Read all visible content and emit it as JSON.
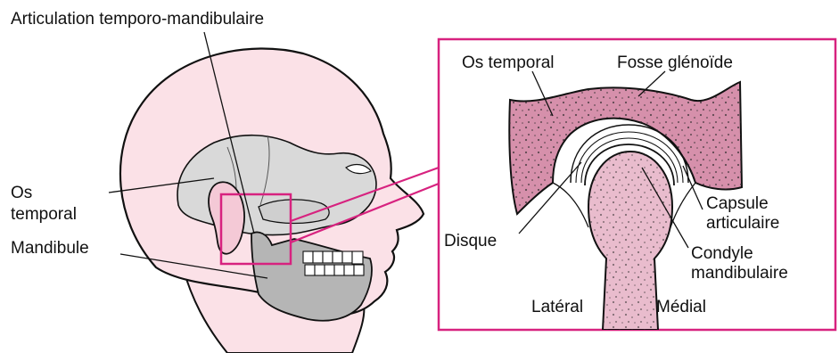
{
  "labels": {
    "tmj": "Articulation temporo-mandibulaire",
    "os_temporal_head_line1": "Os",
    "os_temporal_head_line2": "temporal",
    "mandibule": "Mandibule",
    "os_temporal_inset": "Os temporal",
    "fosse_glenoide": "Fosse glénoïde",
    "disque": "Disque",
    "capsule_line1": "Capsule",
    "capsule_line2": "articulaire",
    "condyle_line1": "Condyle",
    "condyle_line2": "mandibulaire",
    "lateral": "Latéral",
    "medial": "Médial"
  },
  "colors": {
    "accent_magenta": "#d7227f",
    "skin_pink": "#fbe1e7",
    "bone_gray": "#d9d9d9",
    "jaw_gray": "#b5b5b5",
    "bone_pink": "#d690ab",
    "condyle_pink": "#e9bccd",
    "outline": "#111111"
  }
}
